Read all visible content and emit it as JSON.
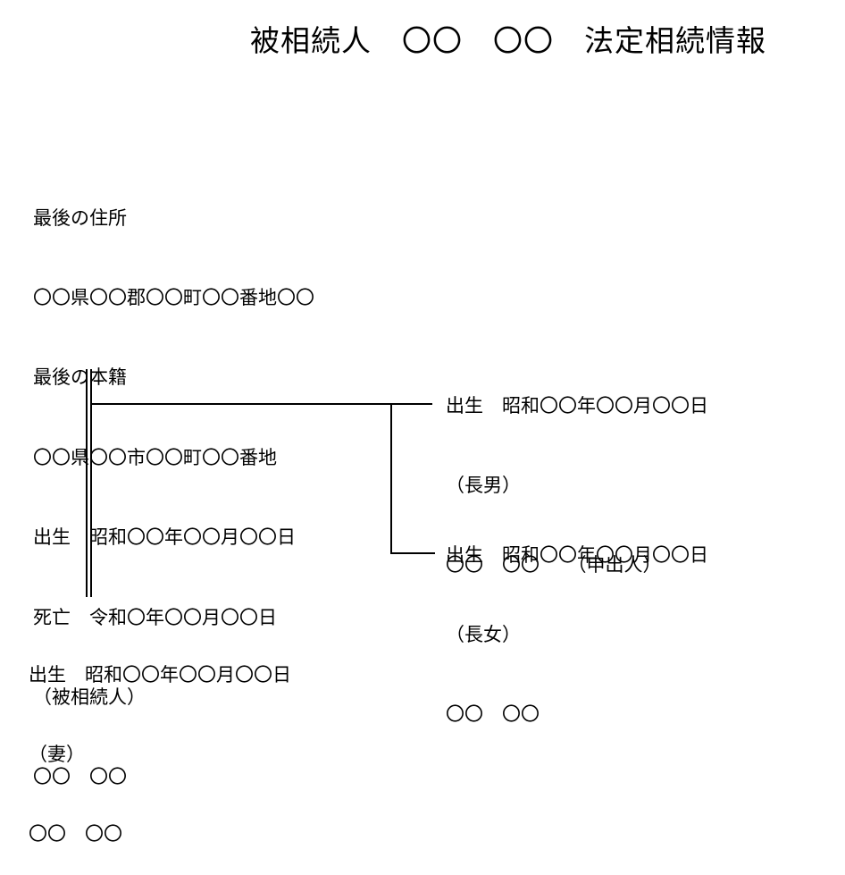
{
  "title": "被相続人　〇〇　〇〇　法定相続情報",
  "decedent": {
    "address_label": "最後の住所",
    "address_value": "〇〇県〇〇郡〇〇町〇〇番地〇〇",
    "domicile_label": "最後の本籍",
    "domicile_value": "〇〇県〇〇市〇〇町〇〇番地",
    "birth": "出生　昭和〇〇年〇〇月〇〇日",
    "death": "死亡　令和〇年〇〇月〇〇日",
    "relation": "（被相続人）",
    "name": "〇〇　〇〇"
  },
  "heirs": [
    {
      "birth": "出生　昭和〇〇年〇〇月〇〇日",
      "relation": "（長男）",
      "name": "〇〇　〇〇　　（申出人）"
    },
    {
      "birth": "出生　昭和〇〇年〇〇月〇〇日",
      "relation": "（長女）",
      "name": "〇〇　〇〇"
    }
  ],
  "spouse": {
    "birth": "出生　昭和〇〇年〇〇月〇〇日",
    "relation": "（妻）",
    "name": "〇〇　〇〇"
  }
}
